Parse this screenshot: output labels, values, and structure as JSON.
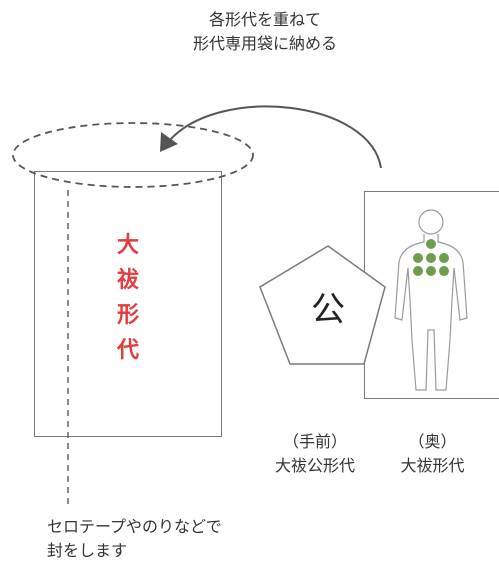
{
  "instruction": {
    "line1": "各形代を重ねて",
    "line2": "形代専用袋に納める"
  },
  "envelope": {
    "label_chars": [
      "大",
      "祓",
      "形",
      "代"
    ],
    "label_color": "#e13d3d"
  },
  "pentagon": {
    "char": "公"
  },
  "captions": {
    "front": {
      "line1": "（手前）",
      "line2": "大祓公形代"
    },
    "back": {
      "line1": "（奥）",
      "line2": "大祓形代"
    }
  },
  "seal_note": {
    "line1": "セロテープやのりなどで",
    "line2": "封をします"
  },
  "colors": {
    "outline": "#7a7a7a",
    "dashed": "#555555",
    "marker_green": "#6e9d4e"
  }
}
